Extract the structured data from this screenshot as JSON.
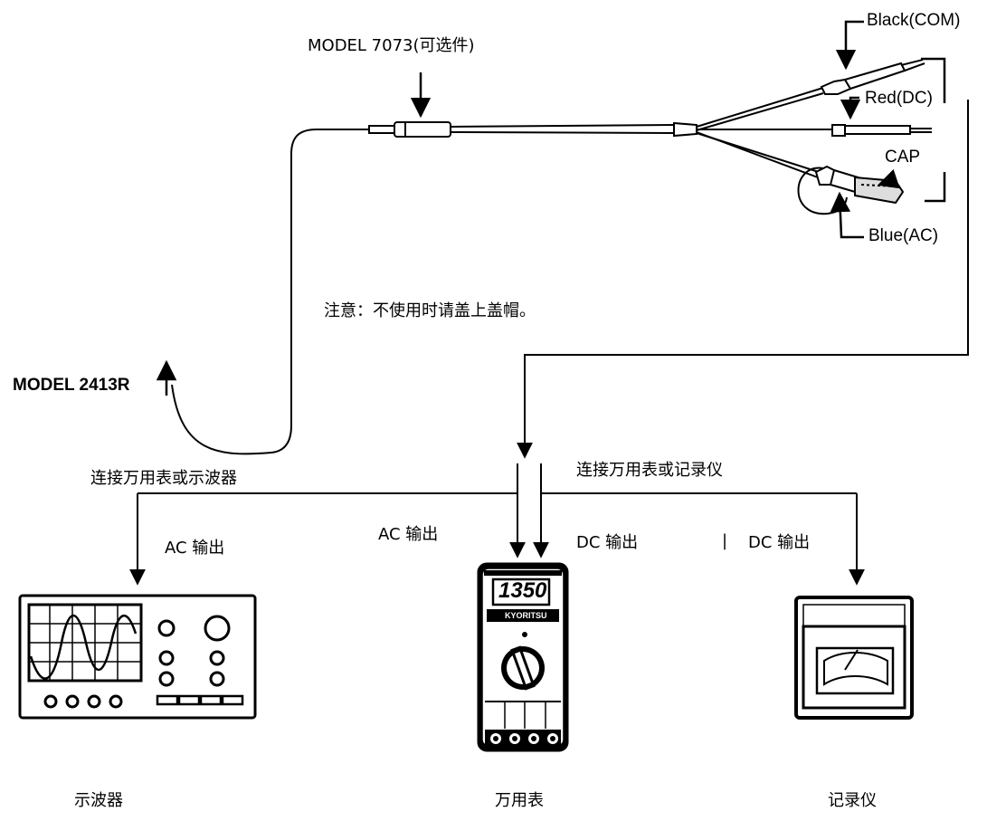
{
  "labels": {
    "model_7073": "MODEL 7073(可选件)",
    "black_com": "Black(COM)",
    "red_dc": "Red(DC)",
    "cap": "CAP",
    "blue_ac": "Blue(AC)",
    "caution": "注意：不使用时请盖上盖帽。",
    "model_2413r": "MODEL 2413R",
    "connect_left": "连接万用表或示波器",
    "connect_right": "连接万用表或记录仪",
    "ac_out_left": "AC 输出",
    "ac_out_mid": "AC 输出",
    "dc_out_mid": "DC 输出",
    "dc_out_right": "DC 输出",
    "dc_out_right_mark": "|"
  },
  "devices": {
    "oscilloscope": "示波器",
    "multimeter": "万用表",
    "recorder": "记录仪"
  },
  "multimeter_panel": {
    "display": "1350",
    "brand": "KYORITSU"
  },
  "colors": {
    "line": "#000000",
    "background": "#ffffff"
  }
}
